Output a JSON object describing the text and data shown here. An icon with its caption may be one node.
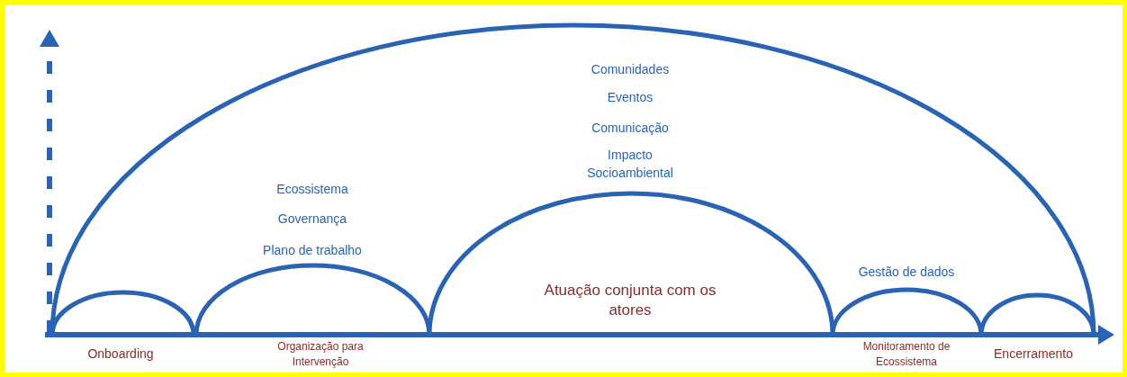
{
  "diagram": {
    "labels": [
      "Comunidades",
      "Eventos",
      "Comunicação",
      "Impacto Socioambiental",
      "Ecossistema",
      "Governança",
      "Plano de trabalho",
      "Gestão de dados",
      "Atuação conjunta com os atores",
      "Onboarding",
      "Organização para Intervenção",
      "Monitoramento de Ecossistema",
      "Encerramento"
    ]
  }
}
